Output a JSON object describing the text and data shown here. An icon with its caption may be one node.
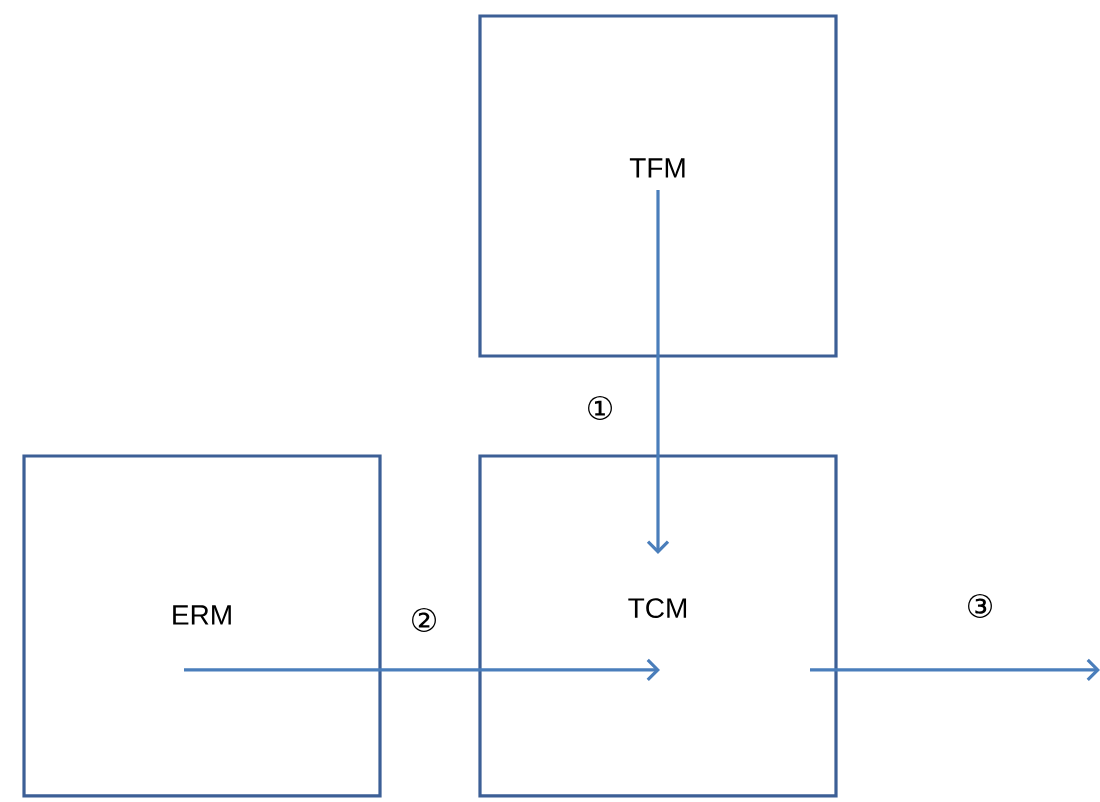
{
  "diagram": {
    "nodes": [
      {
        "text": [
          "TFM"
        ]
      },
      {
        "text": [
          "ERM"
        ]
      },
      {
        "text": [
          "TCM"
        ]
      }
    ],
    "edges": [
      {
        "from": 0,
        "to": 2,
        "arrow": "to",
        "label": "①"
      },
      {
        "from": 1,
        "to": 2,
        "arrow": "to",
        "label": "②"
      },
      {
        "from": 2,
        "to": null,
        "arrow": "to",
        "label": "③"
      }
    ]
  }
}
